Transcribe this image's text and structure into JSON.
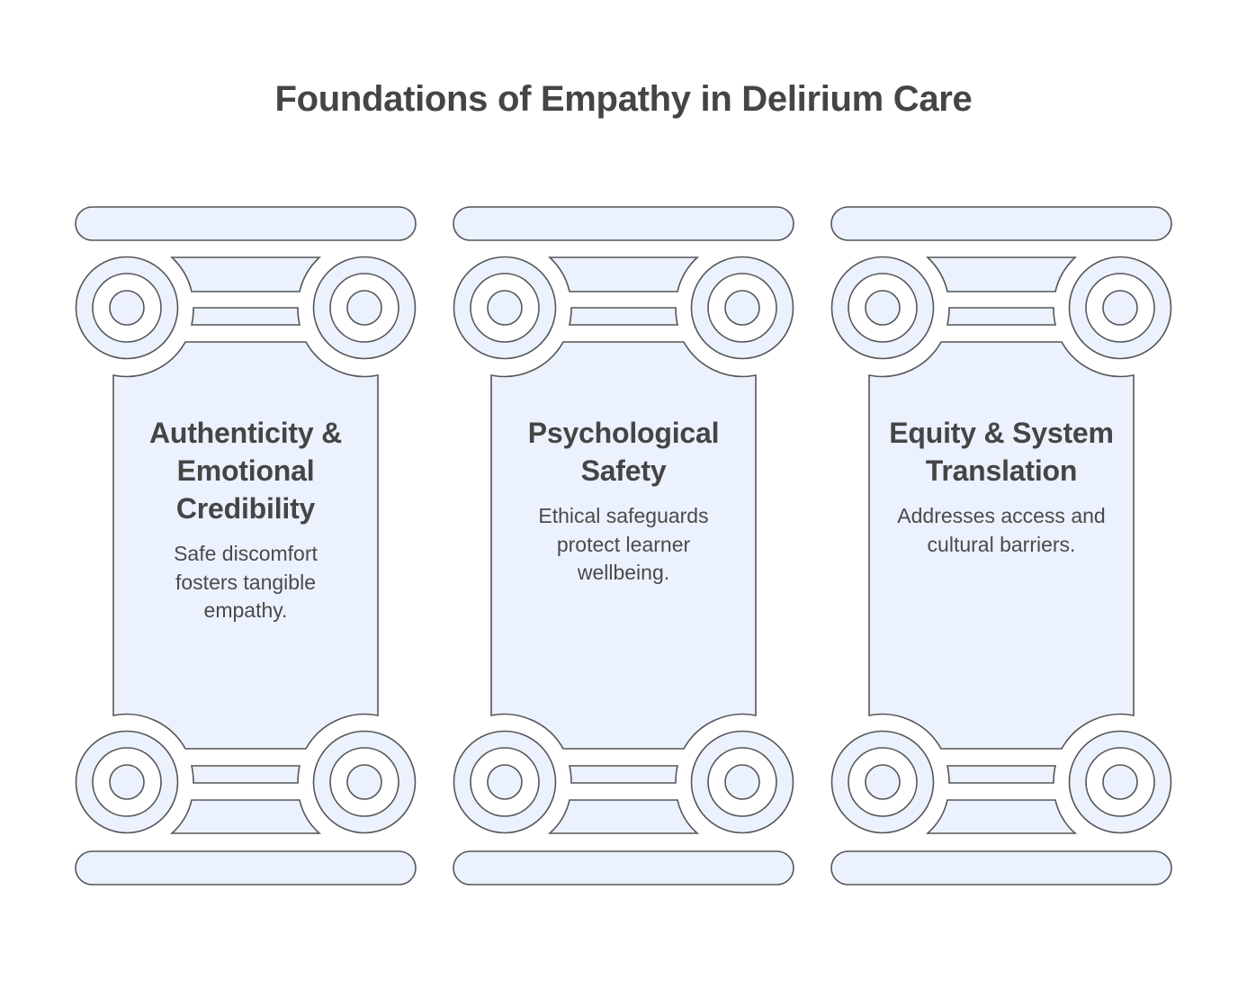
{
  "title": "Foundations of Empathy in Delirium Care",
  "colors": {
    "fill": "#ebf2fe",
    "stroke": "#565656",
    "text": "#454545",
    "background": "#ffffff"
  },
  "pillars": [
    {
      "heading": "Authenticity & Emotional Credibility",
      "description": "Safe discomfort fosters tangible empathy."
    },
    {
      "heading": "Psychological Safety",
      "description": "Ethical safeguards protect learner wellbeing."
    },
    {
      "heading": "Equity & System Translation",
      "description": "Addresses access and cultural barriers."
    }
  ]
}
